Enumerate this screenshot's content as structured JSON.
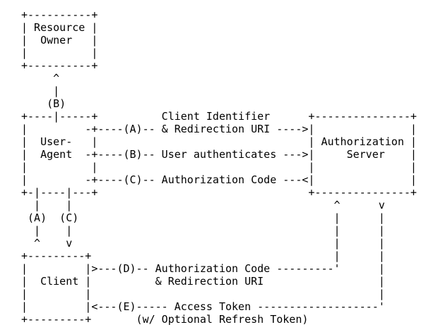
{
  "diagram": {
    "lines": [
      "+----------+",
      "| Resource |",
      "|  Owner   |",
      "|          |",
      "+----------+",
      "     ^",
      "     |",
      "    (B)",
      "+----|-----+          Client Identifier      +---------------+",
      "|         -+----(A)-- & Redirection URI ---->|               |",
      "|  User-   |                                 | Authorization |",
      "|  Agent  -+----(B)-- User authenticates --->|     Server    |",
      "|          |                                 |               |",
      "|         -+----(C)-- Authorization Code ---<|               |",
      "+-|----|---+                                 +---------------+",
      "  |    |                                         ^      v",
      " (A)  (C)                                        |      |",
      "  |    |                                         |      |",
      "  ^    v                                         |      |",
      "+---------+                                      |      |",
      "|         |>---(D)-- Authorization Code ---------'      |",
      "|  Client |          & Redirection URI                  |",
      "|         |                                             |",
      "|         |<---(E)----- Access Token -------------------'",
      "+---------+       (w/ Optional Refresh Token)"
    ]
  }
}
